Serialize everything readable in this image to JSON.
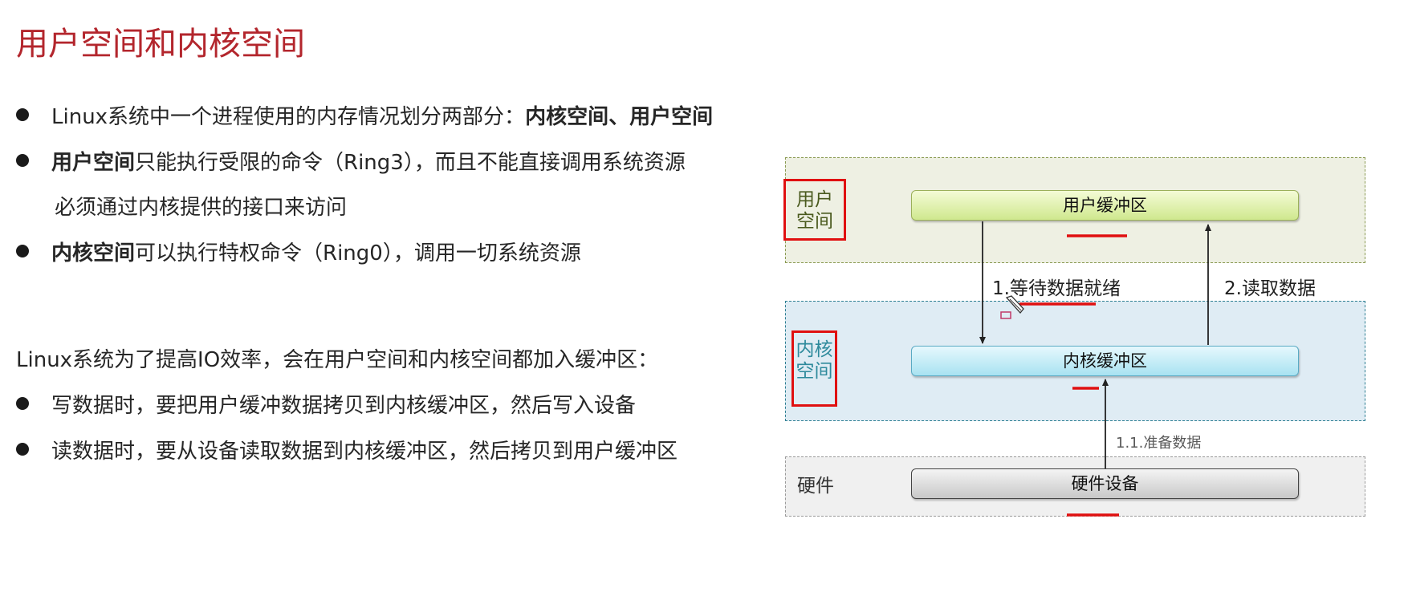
{
  "slide": {
    "title": "用户空间和内核空间",
    "bullets1": [
      {
        "normal": "Linux系统中一个进程使用的内存情况划分两部分：",
        "bold": "内核空间、用户空间"
      },
      {
        "bold": "用户空间",
        "normal": "只能执行受限的命令（Ring3），而且不能直接调用系统资源"
      },
      {
        "continuation": "必须通过内核提供的接口来访问"
      },
      {
        "bold": "内核空间",
        "normal": "可以执行特权命令（Ring0），调用一切系统资源"
      }
    ],
    "paragraph": "Linux系统为了提高IO效率，会在用户空间和内核空间都加入缓冲区：",
    "bullets2": [
      "写数据时，要把用户缓冲数据拷贝到内核缓冲区，然后写入设备",
      "读数据时，要从设备读取数据到内核缓冲区，然后拷贝到用户缓冲区"
    ]
  },
  "diagram": {
    "zones": {
      "user": {
        "label_line1": "用户",
        "label_line2": "空间"
      },
      "kernel": {
        "label_line1": "内核",
        "label_line2": "空间"
      },
      "hardware": {
        "label": "硬件"
      }
    },
    "boxes": {
      "user_buffer": "用户缓冲区",
      "kernel_buffer": "内核缓冲区",
      "hardware_device": "硬件设备"
    },
    "arrows": {
      "wait": "1.等待数据就绪",
      "read": "2.读取数据",
      "prepare": "1.1.准备数据"
    },
    "colors": {
      "title": "#b3262d",
      "annotation_red": "#e01010",
      "user_zone": "#eef0e3",
      "kernel_zone": "#dfecf4",
      "hardware_zone": "#f0f0f0",
      "kernel_label": "#2e8a9c",
      "user_label": "#4a5a1e"
    },
    "icons": [
      "pen-cursor-icon"
    ]
  }
}
